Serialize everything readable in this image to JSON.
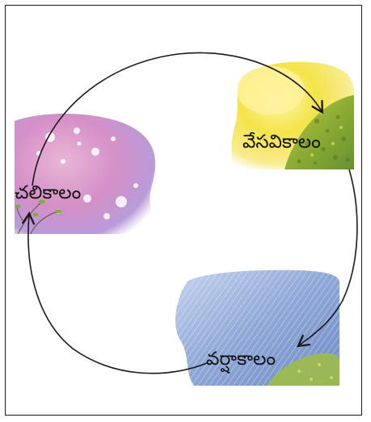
{
  "seasons": {
    "summer": {
      "label": "వేసవికాలం"
    },
    "winter": {
      "label": "చలికాలం"
    },
    "rainy": {
      "label": "వర్షాకాలం"
    }
  },
  "colors": {
    "summer_sun": "#f4e44a",
    "summer_greenery": "#8fb23a",
    "winter_pink": "#d790c8",
    "winter_violet": "#b49ad8",
    "rainy_blue": "#8ea7d6",
    "rainy_green": "#9dbb4a",
    "arrow": "#1a1a1a"
  }
}
